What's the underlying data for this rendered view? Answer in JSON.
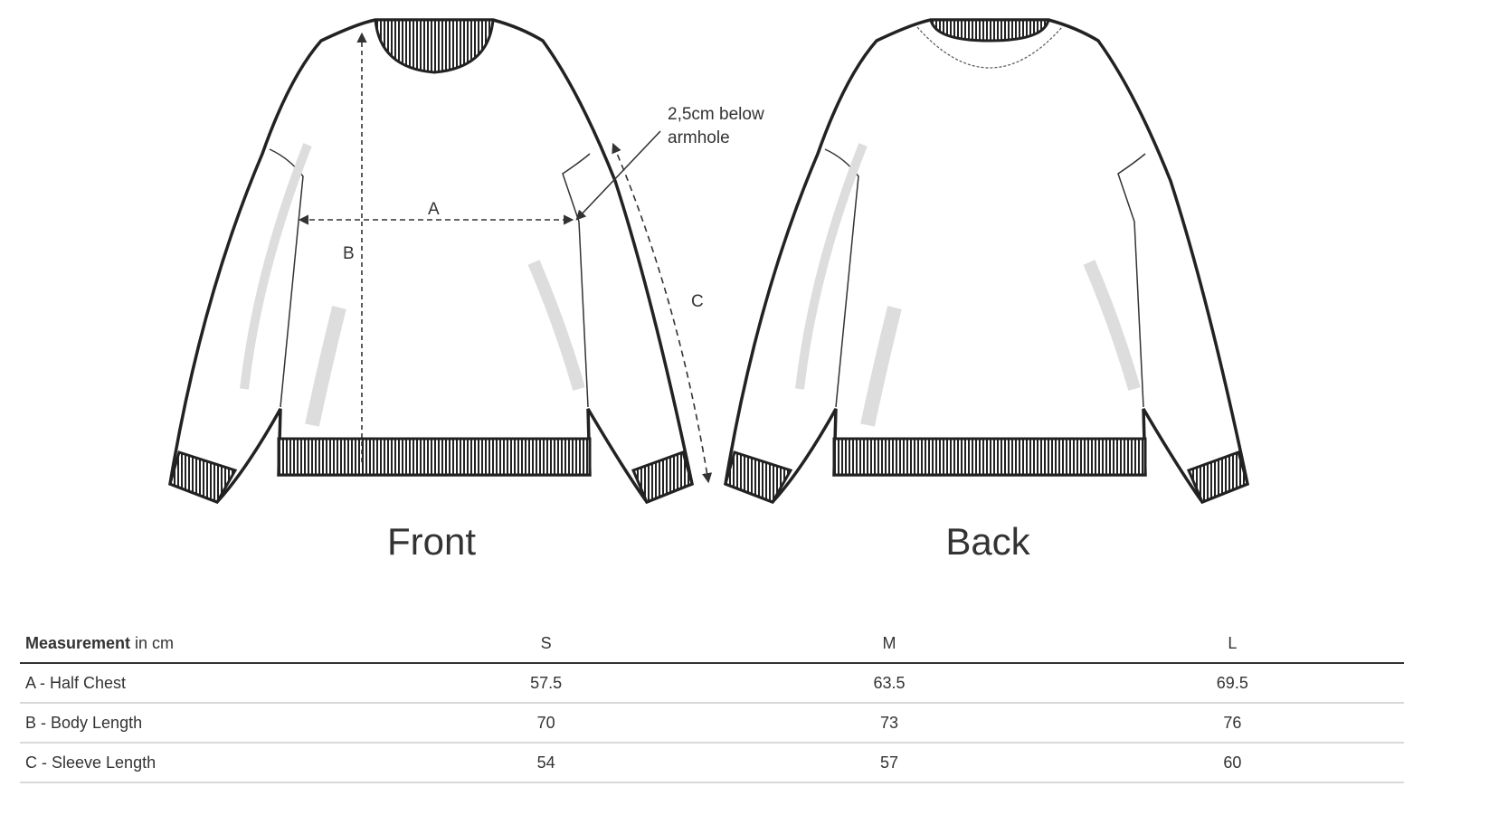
{
  "annotations": {
    "armhole_note_line1": "2,5cm below",
    "armhole_note_line2": "armhole",
    "label_a": "A",
    "label_b": "B",
    "label_c": "C"
  },
  "views": {
    "front": "Front",
    "back": "Back"
  },
  "table": {
    "header_bold": "Measurement",
    "header_unit": " in cm",
    "sizes": [
      "S",
      "M",
      "L"
    ],
    "rows": [
      {
        "label": "A - Half Chest",
        "values": [
          "57.5",
          "63.5",
          "69.5"
        ]
      },
      {
        "label": "B - Body Length",
        "values": [
          "70",
          "73",
          "76"
        ]
      },
      {
        "label": "C - Sleeve Length",
        "values": [
          "54",
          "57",
          "60"
        ]
      }
    ]
  }
}
